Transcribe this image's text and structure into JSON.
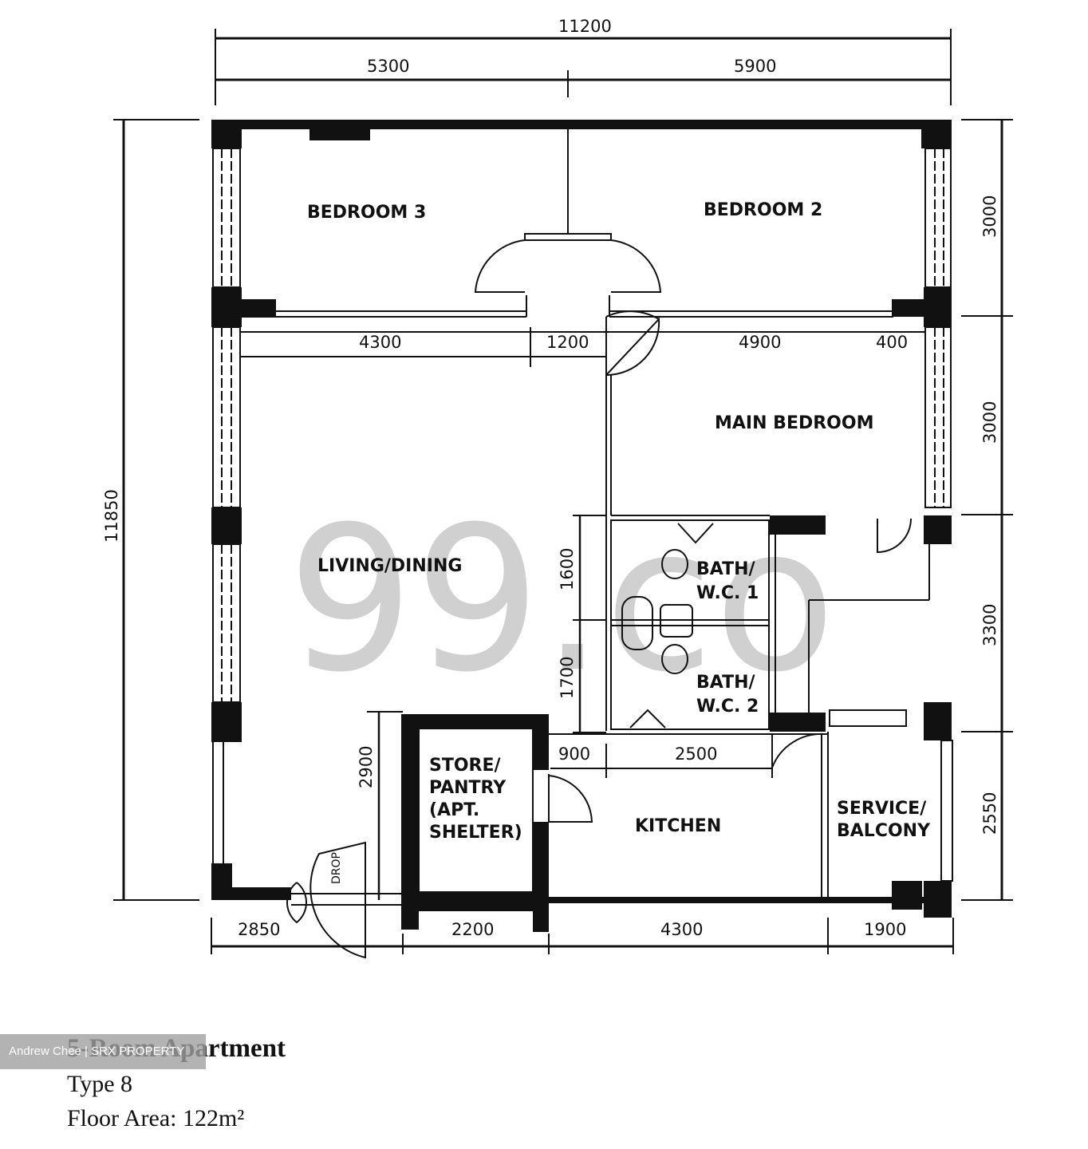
{
  "plan": {
    "rooms": [
      {
        "id": "bedroom-3",
        "label": "BEDROOM 3"
      },
      {
        "id": "bedroom-2",
        "label": "BEDROOM 2"
      },
      {
        "id": "main-bedroom",
        "label": "MAIN BEDROOM"
      },
      {
        "id": "living-dining",
        "label": "LIVING/DINING"
      },
      {
        "id": "bath-wc-1",
        "label_line1": "BATH/",
        "label_line2": "W.C. 1"
      },
      {
        "id": "bath-wc-2",
        "label_line1": "BATH/",
        "label_line2": "W.C. 2"
      },
      {
        "id": "store-pantry",
        "label_line1": "STORE/",
        "label_line2": "PANTRY",
        "label_line3": "(APT.",
        "label_line4": "SHELTER)"
      },
      {
        "id": "kitchen",
        "label": "KITCHEN"
      },
      {
        "id": "service-balcony",
        "label_line1": "SERVICE/",
        "label_line2": "BALCONY"
      }
    ],
    "refuse_chute_label": "DROP",
    "dimensions": {
      "top_overall": "11200",
      "top_left": "5300",
      "top_right": "5900",
      "left_overall": "11850",
      "right": [
        "3000",
        "3000",
        "3300",
        "2550"
      ],
      "corridor": [
        "4300",
        "1200",
        "4900",
        "400"
      ],
      "bath": [
        "1600",
        "1700"
      ],
      "store_height": "2900",
      "kitchen_top": [
        "900",
        "2500"
      ],
      "bottom": [
        "2850",
        "2200",
        "4300",
        "1900"
      ]
    },
    "watermark": "99.co"
  },
  "caption": {
    "title": "5-Room Apartment",
    "type": "Type 8",
    "floor_area": "Floor Area: 122m²"
  },
  "credit": "Andrew Chee | SRX PROPERTY"
}
